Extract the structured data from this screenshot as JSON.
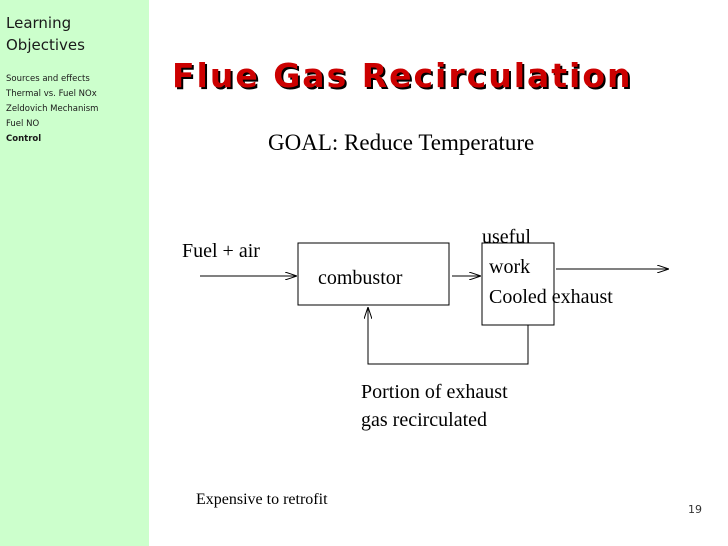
{
  "sidebar": {
    "heading": "Learning\nObjectives",
    "items": [
      {
        "label": "Sources and effects",
        "active": false
      },
      {
        "label": "Thermal vs. Fuel NOx",
        "active": false
      },
      {
        "label": "Zeldovich Mechanism",
        "active": false
      },
      {
        "label": "Fuel NO",
        "active": false
      },
      {
        "label": "Control",
        "active": true
      }
    ]
  },
  "slide": {
    "title": "Flue Gas Recirculation",
    "goal": "GOAL: Reduce Temperature",
    "footer_note": "Expensive to retrofit",
    "page_number": "19"
  },
  "diagram": {
    "input_label": "Fuel + air",
    "combustor_label": "combustor",
    "useful_label": "useful",
    "work_label": "work",
    "exhaust_label": "Cooled exhaust",
    "recirc_line1": "Portion of exhaust",
    "recirc_line2": "gas recirculated"
  },
  "colors": {
    "sidebar_bg": "#ccffcc",
    "title": "#cc0000"
  }
}
